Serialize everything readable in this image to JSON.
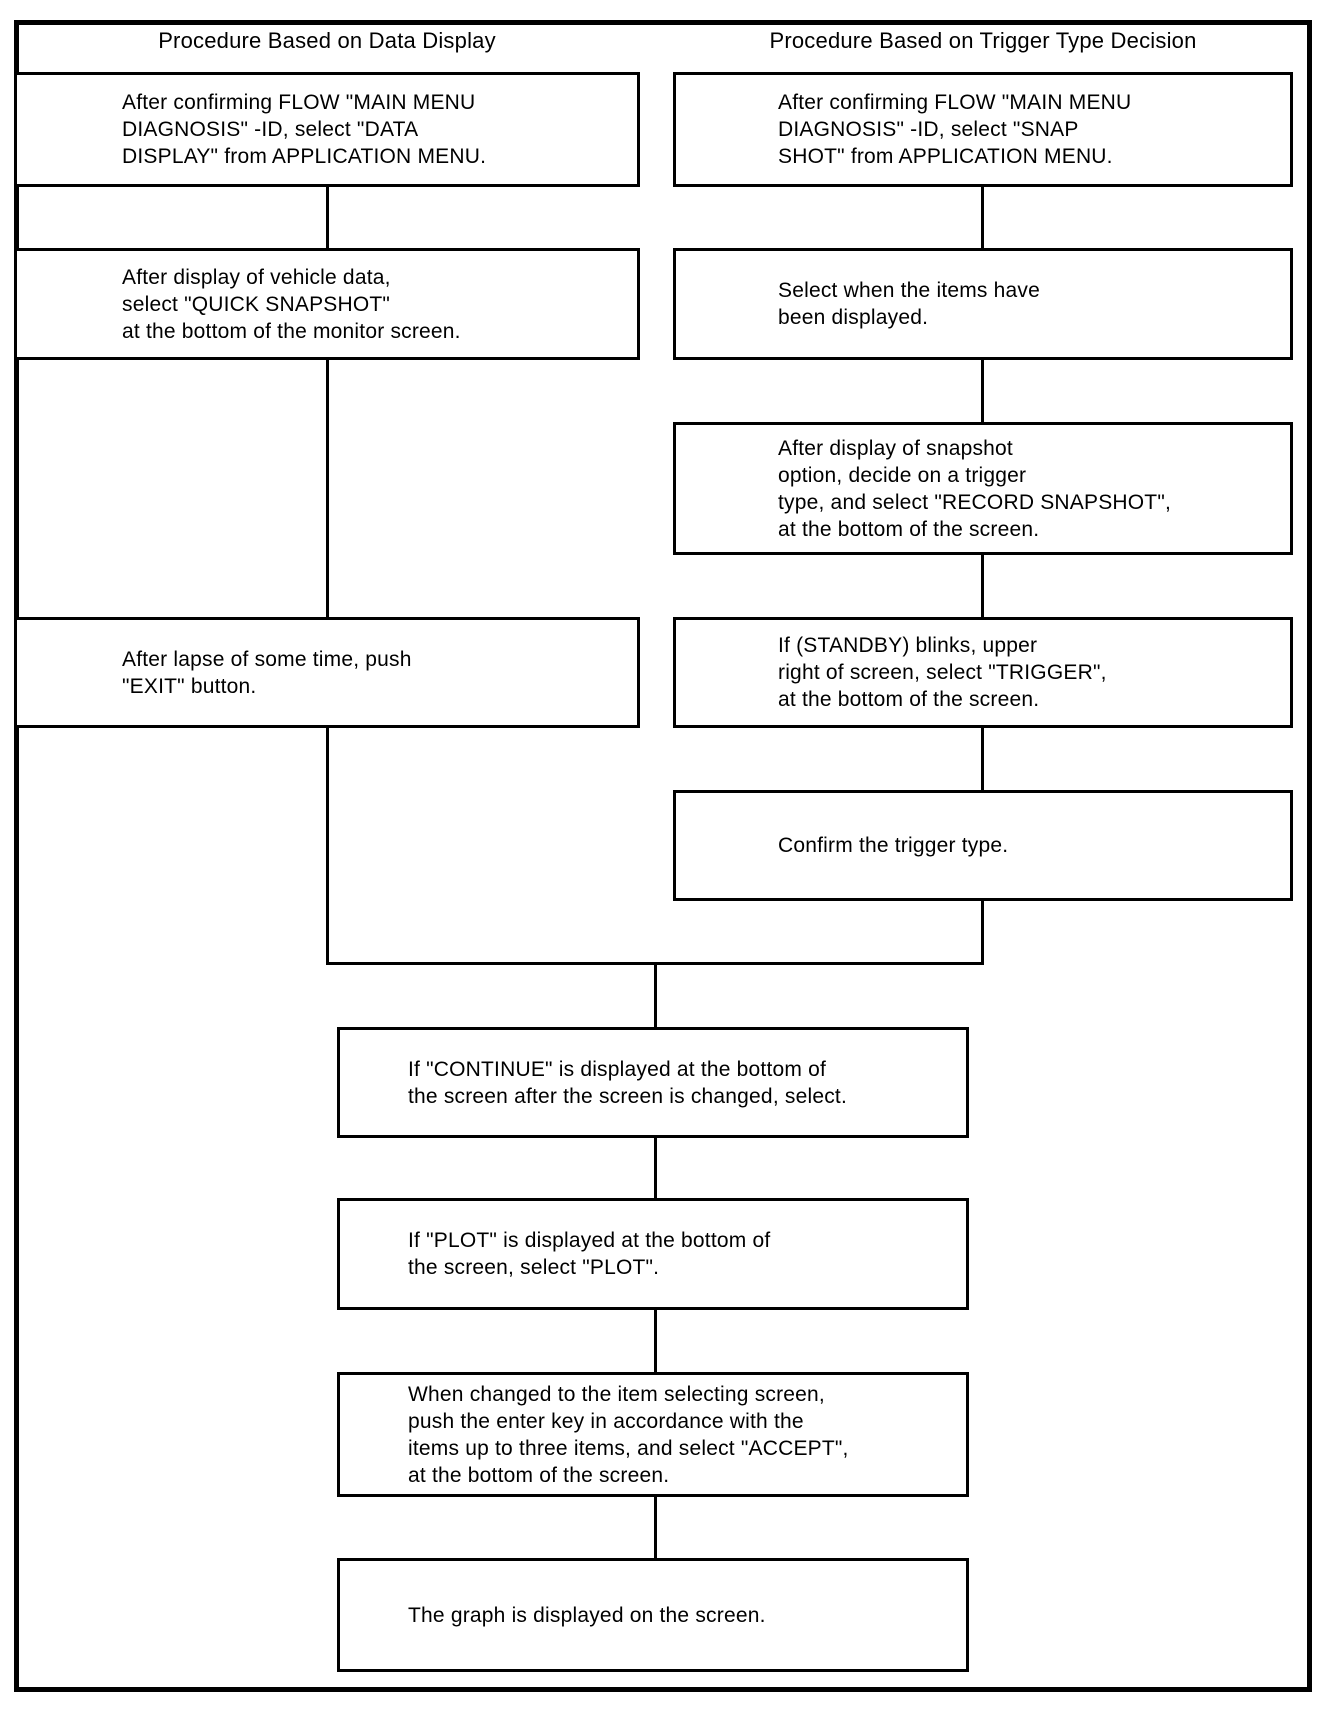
{
  "palette": {
    "ink": "#000000",
    "paper": "#ffffff"
  },
  "headers": {
    "left": "Procedure Based on Data Display",
    "right": "Procedure Based on Trigger Type Decision"
  },
  "steps": {
    "l1": {
      "text": "After confirming FLOW \"MAIN MENU\nDIAGNOSIS\" -ID, select \"DATA\nDISPLAY\" from APPLICATION MENU."
    },
    "l2": {
      "text": "After display of vehicle data,\nselect \"QUICK SNAPSHOT\"\nat the bottom of the monitor screen."
    },
    "l3": {
      "text": "After lapse of some time, push\n\"EXIT\" button."
    },
    "r1": {
      "text": "After confirming FLOW \"MAIN MENU\nDIAGNOSIS\" -ID, select \"SNAP\nSHOT\" from APPLICATION MENU."
    },
    "r2": {
      "text": "Select when the items have\nbeen displayed."
    },
    "r3": {
      "text": "After display of snapshot\noption, decide on a trigger\ntype, and select \"RECORD SNAPSHOT\",\nat the bottom of the screen."
    },
    "r4": {
      "text": "If (STANDBY) blinks, upper\nright of screen, select \"TRIGGER\",\nat the bottom of the screen."
    },
    "r5": {
      "text": "Confirm the trigger type."
    },
    "m1": {
      "text": "If \"CONTINUE\" is displayed at the bottom of\nthe screen after the screen is changed, select."
    },
    "m2": {
      "text": "If \"PLOT\" is displayed at the bottom of\nthe screen, select \"PLOT\"."
    },
    "m3": {
      "text": "When changed to the item selecting screen,\npush the enter key in accordance with the\nitems up to three items, and select \"ACCEPT\",\nat the bottom of the screen."
    },
    "m4": {
      "text": "The graph is displayed on the screen."
    }
  }
}
